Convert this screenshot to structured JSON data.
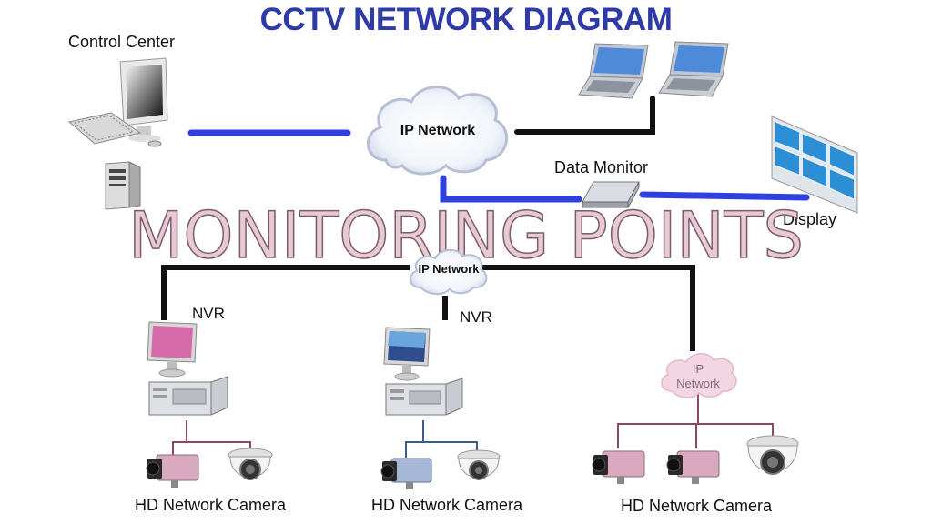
{
  "title": "CCTV NETWORK DIAGRAM",
  "banner": "MONITORING POINTS",
  "labels": {
    "control_center": "Control Center",
    "data_monitor": "Data Monitor",
    "display": "Display",
    "nvr_left": "NVR",
    "nvr_center": "NVR",
    "cam_left": "HD Network Camera",
    "cam_center": "HD Network Camera",
    "cam_right": "HD Network Camera"
  },
  "clouds": {
    "main": "IP Network",
    "mid": "IP Network",
    "small_line1": "IP",
    "small_line2": "Network"
  },
  "colors": {
    "title": "#2e3aa8",
    "blue_link": "#2e40e0",
    "black_link": "#111111",
    "pink_link": "#8a4a66",
    "steel_link": "#3d5c8a",
    "banner_fill": "#e8c9d6"
  },
  "icons": [
    "desktop-computer-icon",
    "pc-tower-icon",
    "laptop-icon",
    "display-wall-icon",
    "data-monitor-device-icon",
    "nvr-monitor-icon",
    "nvr-server-icon",
    "box-camera-icon",
    "dome-camera-icon",
    "cloud-icon"
  ]
}
